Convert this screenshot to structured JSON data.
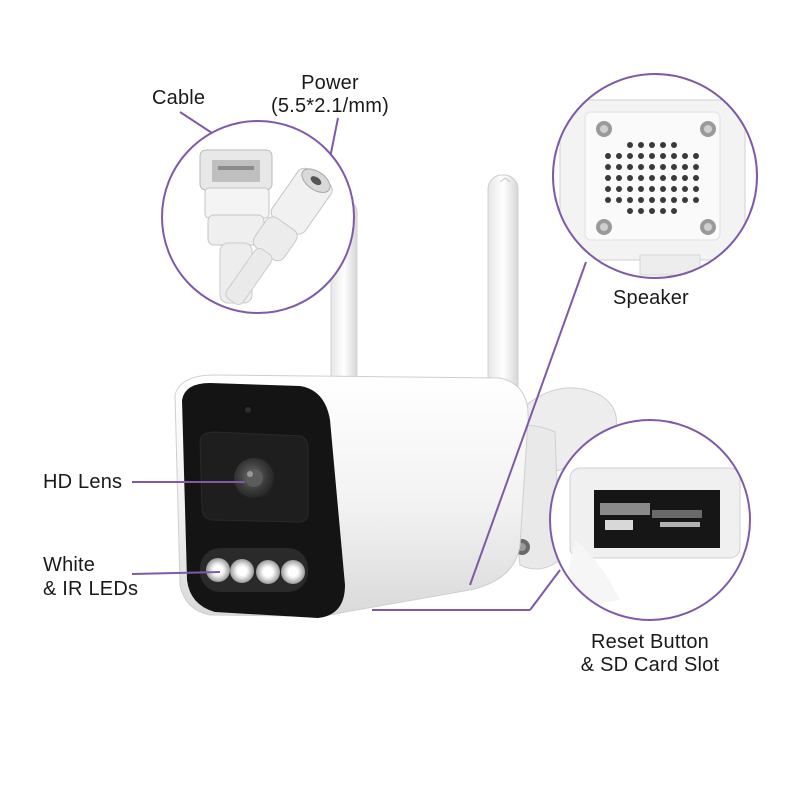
{
  "colors": {
    "accent": "#7e5aa8",
    "body": "#f7f7f7",
    "bezel": "#121212",
    "text": "#1a1a1a"
  },
  "labels": {
    "cable": "Cable",
    "power_line1": "Power",
    "power_line2": "(5.5*2.1/mm)",
    "speaker": "Speaker",
    "hd_lens": "HD Lens",
    "leds_line1": "White",
    "leds_line2": "& IR LEDs",
    "reset_line1": "Reset Button",
    "reset_line2": "& SD Card Slot"
  },
  "icons": {
    "camera": "bullet-camera-icon",
    "connector": "cable-connector-icon",
    "speaker": "speaker-grille-icon",
    "sdcard": "sd-card-slot-icon"
  }
}
